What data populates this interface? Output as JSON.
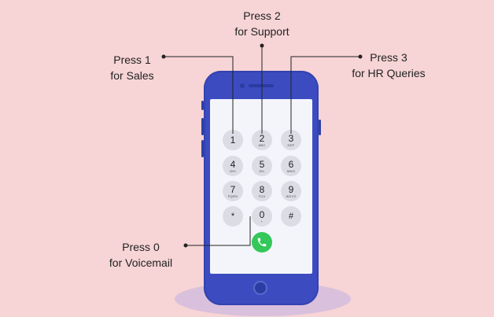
{
  "callouts": {
    "press1": {
      "line1": "Press 1",
      "line2": "for Sales"
    },
    "press2": {
      "line1": "Press 2",
      "line2": "for Support"
    },
    "press3": {
      "line1": "Press 3",
      "line2": "for HR Queries"
    },
    "press0": {
      "line1": "Press 0",
      "line2": "for Voicemail"
    }
  },
  "keypad": {
    "keys": [
      {
        "num": "1",
        "sub": ""
      },
      {
        "num": "2",
        "sub": "ABC"
      },
      {
        "num": "3",
        "sub": "DEF"
      },
      {
        "num": "4",
        "sub": "GHI"
      },
      {
        "num": "5",
        "sub": "JKL"
      },
      {
        "num": "6",
        "sub": "MNO"
      },
      {
        "num": "7",
        "sub": "PQRS"
      },
      {
        "num": "8",
        "sub": "TUV"
      },
      {
        "num": "9",
        "sub": "WXYZ"
      },
      {
        "num": "*",
        "sub": ""
      },
      {
        "num": "0",
        "sub": "+"
      },
      {
        "num": "#",
        "sub": ""
      }
    ]
  },
  "icons": {
    "call": "phone-call-icon"
  },
  "colors": {
    "background": "#f7d4d5",
    "phone_body": "#3c4cc0",
    "screen": "#f4f5fb",
    "key": "#dcdde4",
    "call_button": "#34c759"
  }
}
